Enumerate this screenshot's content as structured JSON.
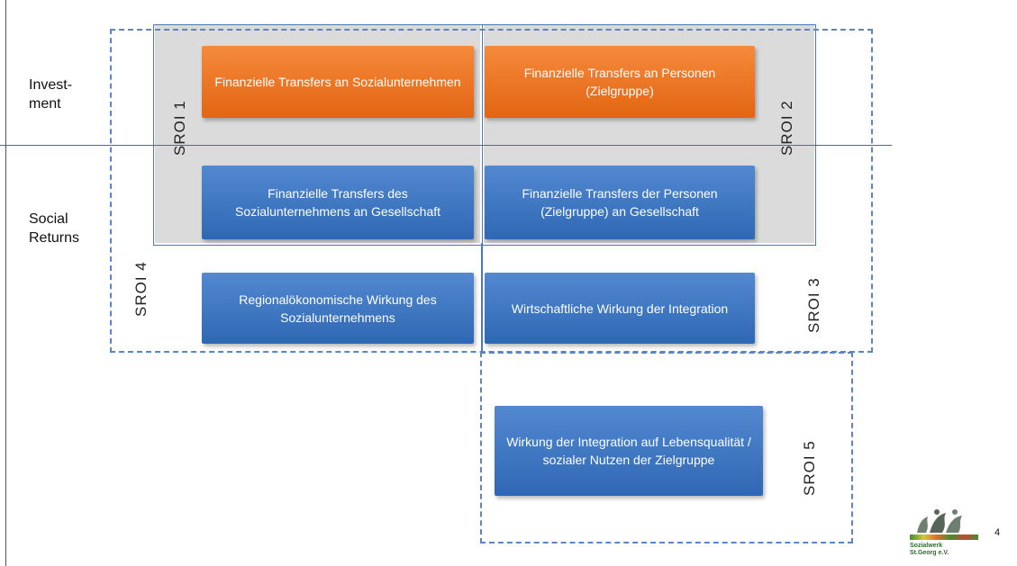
{
  "row_labels": {
    "investment": "Invest-\nment",
    "social_returns": "Social\nReturns"
  },
  "boxes": {
    "transfers_to_social_enterprises": "Finanzielle Transfers an Sozialunternehmen",
    "transfers_to_persons": "Finanzielle Transfers an Personen (Zielgruppe)",
    "transfers_of_social_enterprise": "Finanzielle Transfers des Sozialunternehmens an Gesellschaft",
    "transfers_of_persons": "Finanzielle Transfers der Personen (Zielgruppe) an Gesellschaft",
    "regional_economic_effect": "Regionalökonomische Wirkung des Sozialunternehmens",
    "economic_effect_integration": "Wirtschaftliche Wirkung der Integration",
    "effect_integration_quality": "Wirkung der Integration auf Lebensqualität / sozialer Nutzen der Zielgruppe"
  },
  "sroi_labels": {
    "sroi1": "SROI 1",
    "sroi2": "SROI 2",
    "sroi3": "SROI 3",
    "sroi4": "SROI 4",
    "sroi5": "SROI 5"
  },
  "logo": {
    "text_line1": "Sozialwerk",
    "text_line2": "St.Georg e.V."
  },
  "page_number": "4",
  "colors": {
    "orange_box": "#e8702a",
    "blue_box": "#3a74c0",
    "frame_blue": "#4a78b8",
    "grey_panel": "#cfcfcf"
  }
}
